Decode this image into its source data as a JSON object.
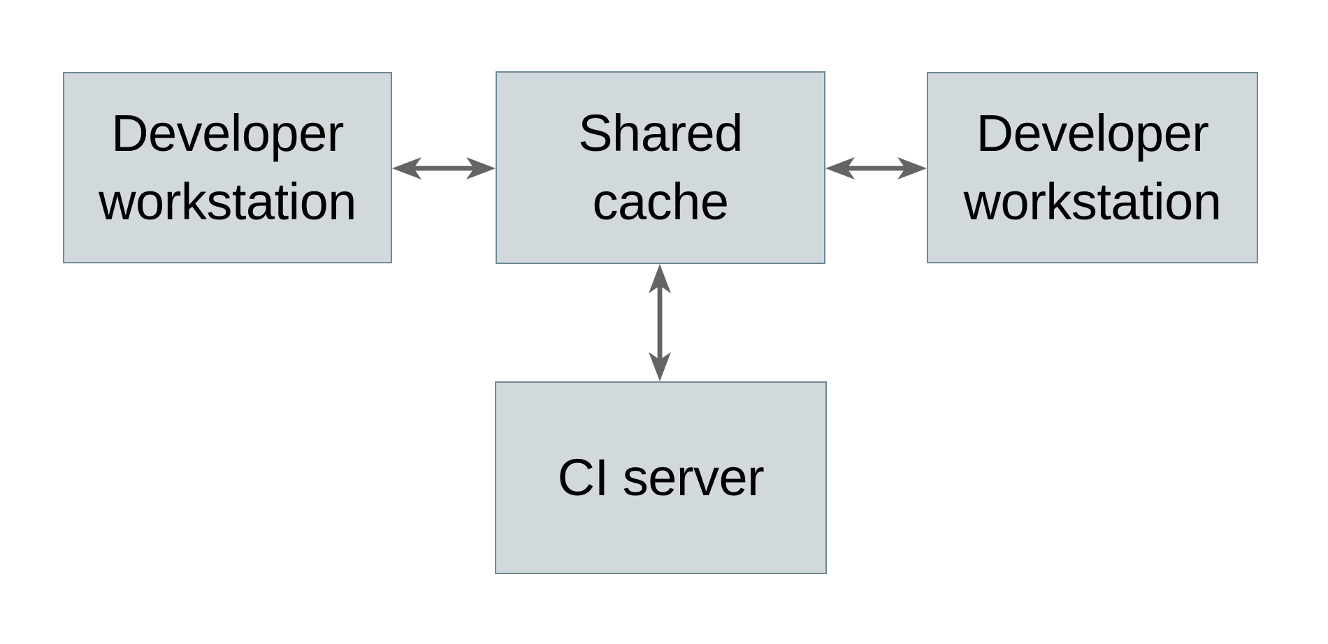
{
  "theme": {
    "background": "#ffffff",
    "box_fill": "#d2d9dc",
    "box_border": "#6d8895",
    "arrow_color": "#646464",
    "text_color": "#000000"
  },
  "diagram": {
    "type": "architecture-diagram",
    "nodes": [
      {
        "name": "developer-workstation-left",
        "label": "Developer\nworkstation"
      },
      {
        "name": "shared-cache",
        "label": "Shared\ncache"
      },
      {
        "name": "developer-workstation-right",
        "label": "Developer\nworkstation"
      },
      {
        "name": "ci-server",
        "label": "CI server"
      }
    ],
    "edges": [
      {
        "name": "workstation-left-shared-cache",
        "from": "developer-workstation-left",
        "to": "shared-cache",
        "direction": "bidirectional"
      },
      {
        "name": "shared-cache-workstation-right",
        "from": "shared-cache",
        "to": "developer-workstation-right",
        "direction": "bidirectional"
      },
      {
        "name": "shared-cache-ci-server",
        "from": "shared-cache",
        "to": "ci-server",
        "direction": "bidirectional"
      }
    ]
  }
}
